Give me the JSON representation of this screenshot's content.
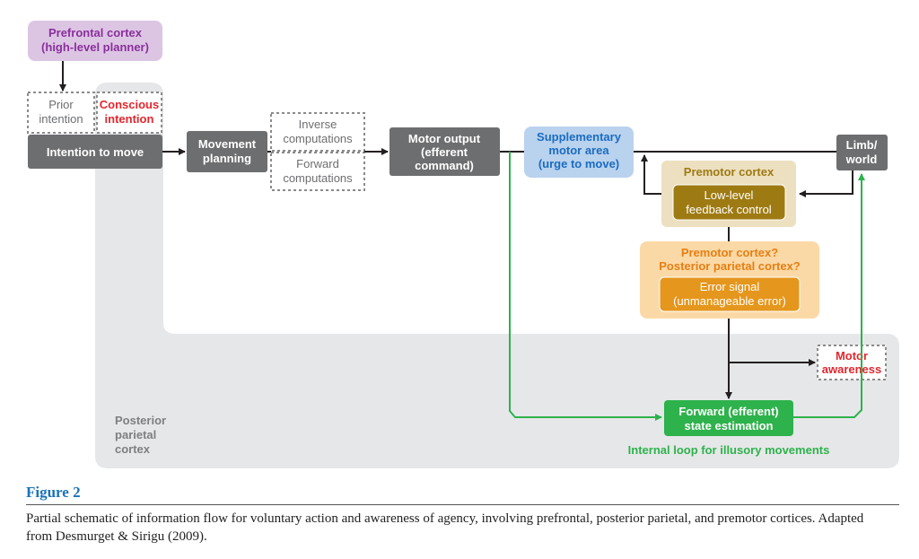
{
  "diagram": {
    "nodes": {
      "prefrontal": {
        "line1": "Prefrontal cortex",
        "line2": "(high-level planner)"
      },
      "prior_intention": {
        "line1": "Prior",
        "line2": "intention"
      },
      "conscious_intention": {
        "line1": "Conscious",
        "line2": "intention"
      },
      "intention_to_move": {
        "label": "Intention to move"
      },
      "movement_planning": {
        "line1": "Movement",
        "line2": "planning"
      },
      "inverse_computations": {
        "line1": "Inverse",
        "line2": "computations"
      },
      "forward_computations": {
        "line1": "Forward",
        "line2": "computations"
      },
      "motor_output": {
        "line1": "Motor output",
        "line2": "(efferent",
        "line3": "command)"
      },
      "sma": {
        "line1": "Supplementary",
        "line2": "motor area",
        "line3": "(urge to move)"
      },
      "limb_world": {
        "line1": "Limb/",
        "line2": "world"
      },
      "premotor_cortex": {
        "title": "Premotor cortex",
        "inner_line1": "Low-level",
        "inner_line2": "feedback control"
      },
      "error_region": {
        "title_line1": "Premotor cortex?",
        "title_line2": "Posterior parietal cortex?",
        "inner_line1": "Error signal",
        "inner_line2": "(unmanageable error)"
      },
      "motor_awareness": {
        "line1": "Motor",
        "line2": "awareness"
      },
      "forward_state": {
        "line1": "Forward (efferent)",
        "line2": "state estimation"
      }
    },
    "region_label": {
      "line1": "Posterior",
      "line2": "parietal",
      "line3": "cortex"
    },
    "loop_label": "Internal loop for illusory movements",
    "colors": {
      "dark_box": "#6d6e70",
      "prefrontal_fill": "#dcc5e3",
      "prefrontal_text": "#8a2f9c",
      "conscious_text": "#e3262d",
      "sma_fill": "#b9d2ee",
      "sma_text": "#1b6cc1",
      "premotor_outer": "#ede0c0",
      "premotor_title": "#9e7a12",
      "premotor_inner": "#9e7a12",
      "error_outer": "#fbd9a6",
      "error_title": "#e57f14",
      "error_inner": "#e5961c",
      "green": "#2eb24c",
      "gray_region": "#e6e7e8",
      "region_text": "#7e7f82"
    }
  },
  "caption": {
    "title": "Figure 2",
    "text": "Partial schematic of information flow for voluntary action and awareness of agency, involving prefrontal, posterior parietal, and premotor cortices. Adapted from Desmurget & Sirigu (2009)."
  }
}
